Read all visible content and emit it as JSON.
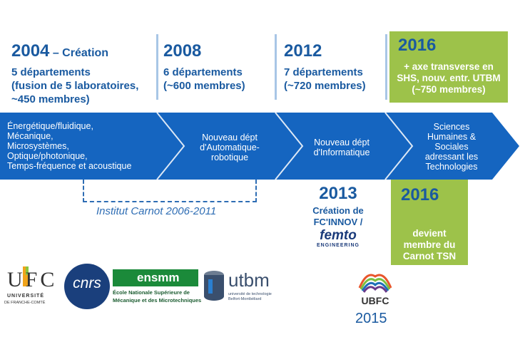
{
  "timeline": [
    {
      "year": "2004",
      "year_suffix": " – Création",
      "lines": [
        "5 départements",
        "(fusion de 5 laboratoires,",
        "~450 membres)"
      ]
    },
    {
      "year": "2008",
      "lines": [
        "6 départements",
        "(~600 membres)"
      ]
    },
    {
      "year": "2012",
      "lines": [
        "7 départements",
        "(~720 membres)"
      ]
    },
    {
      "year": "2016",
      "lines": [
        "+ axe transverse en",
        "SHS, nouv. entr. UTBM",
        "(~750 membres)"
      ]
    }
  ],
  "arrow": {
    "segments": [
      {
        "lines": [
          "Énergétique/fluidique,",
          "Mécanique,",
          "Microsystèmes,",
          "Optique/photonique,",
          "Temps-fréquence et acoustique"
        ]
      },
      {
        "lines": [
          "Nouveau dépt",
          "d'Automatique-",
          "robotique"
        ]
      },
      {
        "lines": [
          "Nouveau dépt",
          "d'Informatique"
        ]
      },
      {
        "lines": [
          "Sciences",
          "Humaines &",
          "Sociales",
          "adressant les",
          "Technologies"
        ]
      }
    ],
    "color": "#1565c0"
  },
  "carnot": {
    "label": "Institut Carnot 2006-2011"
  },
  "event2013": {
    "year": "2013",
    "lines": [
      "Création de",
      "FC'INNOV /"
    ],
    "logo": "femto",
    "logo_sub": "ENGINEERING"
  },
  "event2016b": {
    "year": "2016",
    "lines": [
      "devient",
      "membre du",
      "Carnot TSN"
    ]
  },
  "logos": {
    "ufc_letters": "UFC",
    "ufc_sub1": "UNIVERSITÉ",
    "ufc_sub2": "DE FRANCHE-COMTÉ",
    "cnrs": "cnrs",
    "ensmm_name": "ensmm",
    "ensmm_sub1": "École Nationale Supérieure de",
    "ensmm_sub2": "Mécanique et des Microtechniques",
    "utbm": "utbm",
    "utbm_sub1": "université de technologie",
    "utbm_sub2": "Belfort-Montbéliard",
    "ubfc": "UBFC",
    "ubfc_year": "2015"
  },
  "colors": {
    "blue_text": "#1a5aa0",
    "arrow": "#1565c0",
    "green": "#9dc24a",
    "vline": "#a8c6e6"
  }
}
